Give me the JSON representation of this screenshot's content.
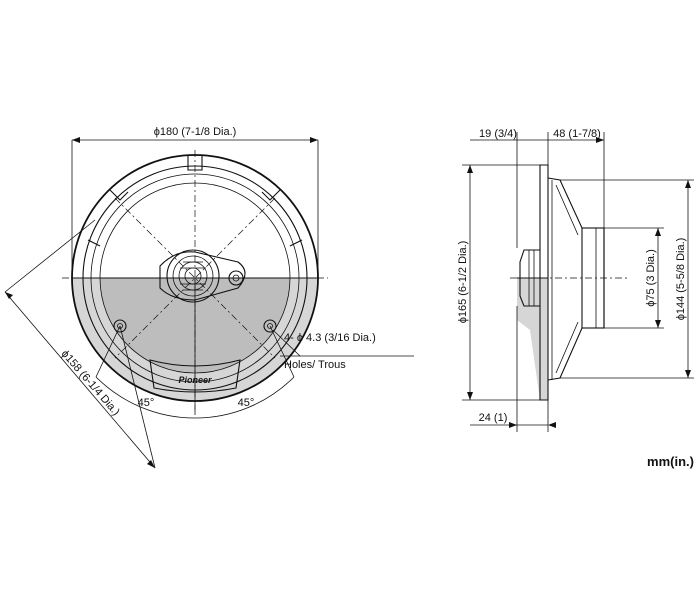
{
  "front_view": {
    "outer_diameter_label": "ϕ180 (7-1/8 Dia.)",
    "mount_diameter_label": "ϕ158 (6-1/4 Dia.)",
    "holes_label_line1": "4- ϕ 4.3 (3/16 Dia.)",
    "holes_label_line2": "Holes/ Trous",
    "angle_left_label": "45°",
    "angle_right_label": "45°",
    "brand_logo_text": "Pioneer"
  },
  "side_view": {
    "flange_depth_label": "19 (3/4)",
    "body_depth_label": "48 (1-7/8)",
    "cutout_diameter_label": "ϕ165 (6-1/2 Dia.)",
    "magnet_diameter_label": "ϕ75 (3 Dia.)",
    "frame_diameter_label": "ϕ144 (5-5/8 Dia.)",
    "tweeter_protrusion_label": "24 (1)"
  },
  "units_label": "mm(in.)"
}
